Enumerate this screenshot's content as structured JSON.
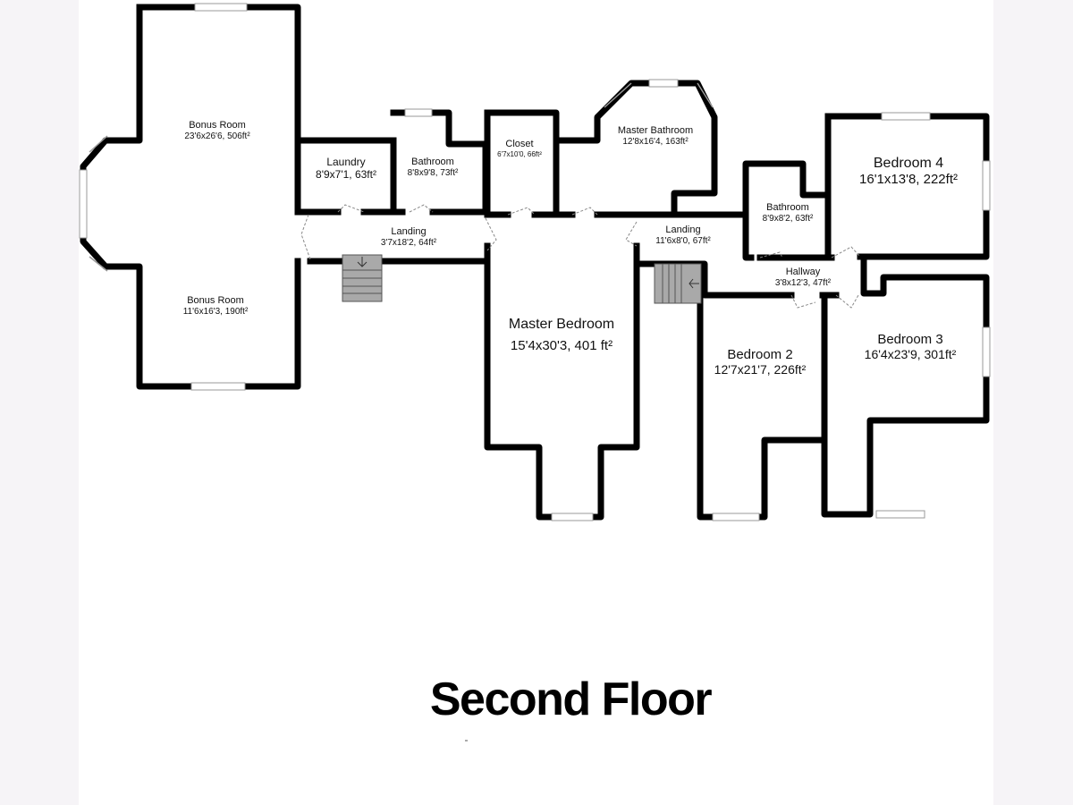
{
  "title": "Second Floor",
  "colors": {
    "wall": "#000000",
    "stairs": "#a9a9a9",
    "background": "#f6f4f7",
    "sheet": "#ffffff"
  },
  "rooms": [
    {
      "id": "bonus-room-upper",
      "name": "Bonus Room",
      "dims": "23'6x26'6, 506ft²"
    },
    {
      "id": "bonus-room-lower",
      "name": "Bonus Room",
      "dims": "11'6x16'3, 190ft²"
    },
    {
      "id": "laundry",
      "name": "Laundry",
      "dims": "8'9x7'1, 63ft²"
    },
    {
      "id": "bathroom-1",
      "name": "Bathroom",
      "dims": "8'8x9'8, 73ft²"
    },
    {
      "id": "landing-1",
      "name": "Landing",
      "dims": "3'7x18'2, 64ft²"
    },
    {
      "id": "closet",
      "name": "Closet",
      "dims": "6'7x10'0, 66ft²"
    },
    {
      "id": "master-bathroom",
      "name": "Master Bathroom",
      "dims": "12'8x16'4, 163ft²"
    },
    {
      "id": "master-bedroom",
      "name": "Master Bedroom",
      "dims": "15'4x30'3, 401 ft²"
    },
    {
      "id": "landing-2",
      "name": "Landing",
      "dims": "11'6x8'0, 67ft²"
    },
    {
      "id": "bathroom-2",
      "name": "Bathroom",
      "dims": "8'9x8'2, 63ft²"
    },
    {
      "id": "bedroom-4",
      "name": "Bedroom 4",
      "dims": "16'1x13'8, 222ft²"
    },
    {
      "id": "hallway",
      "name": "Hallway",
      "dims": "3'8x12'3, 47ft²"
    },
    {
      "id": "bedroom-2",
      "name": "Bedroom 2",
      "dims": "12'7x21'7, 226ft²"
    },
    {
      "id": "bedroom-3",
      "name": "Bedroom 3",
      "dims": "16'4x23'9, 301ft²"
    }
  ],
  "stairs": [
    {
      "id": "stairs-west",
      "direction": "down"
    },
    {
      "id": "stairs-east",
      "direction": "left"
    }
  ]
}
